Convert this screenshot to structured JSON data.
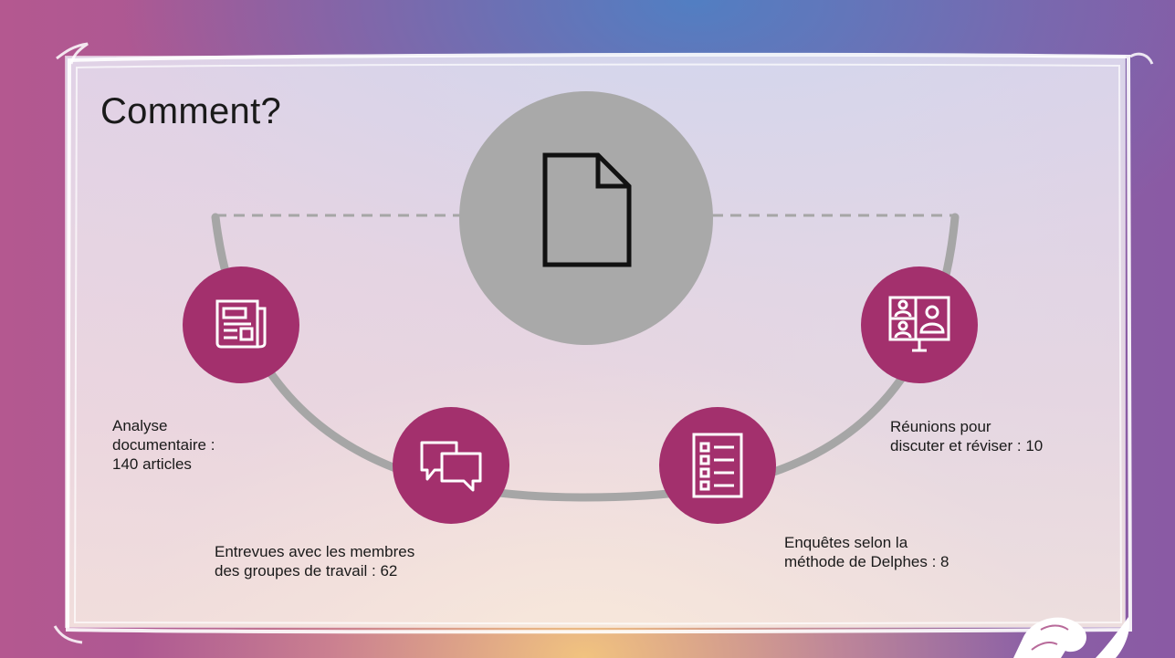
{
  "slide": {
    "title": "Comment?",
    "center_icon": "document-icon",
    "colors": {
      "node_fill": "#a3306d",
      "center_fill": "#a9a9a9",
      "arc": "#a6a6a6"
    },
    "steps": [
      {
        "id": "analyse",
        "icon": "newspaper-icon",
        "line1": "Analyse",
        "line2": "documentaire :",
        "line3": "140 articles",
        "count": 140
      },
      {
        "id": "entrevues",
        "icon": "chat-bubbles-icon",
        "line1": "Entrevues avec les membres",
        "line2": "des groupes de travail : 62",
        "count": 62
      },
      {
        "id": "enquetes",
        "icon": "checklist-icon",
        "line1": "Enquêtes selon la",
        "line2": "méthode de Delphes : 8",
        "count": 8
      },
      {
        "id": "reunions",
        "icon": "video-conference-icon",
        "line1": "Réunions pour",
        "line2": "discuter et réviser : 10",
        "count": 10
      }
    ]
  }
}
